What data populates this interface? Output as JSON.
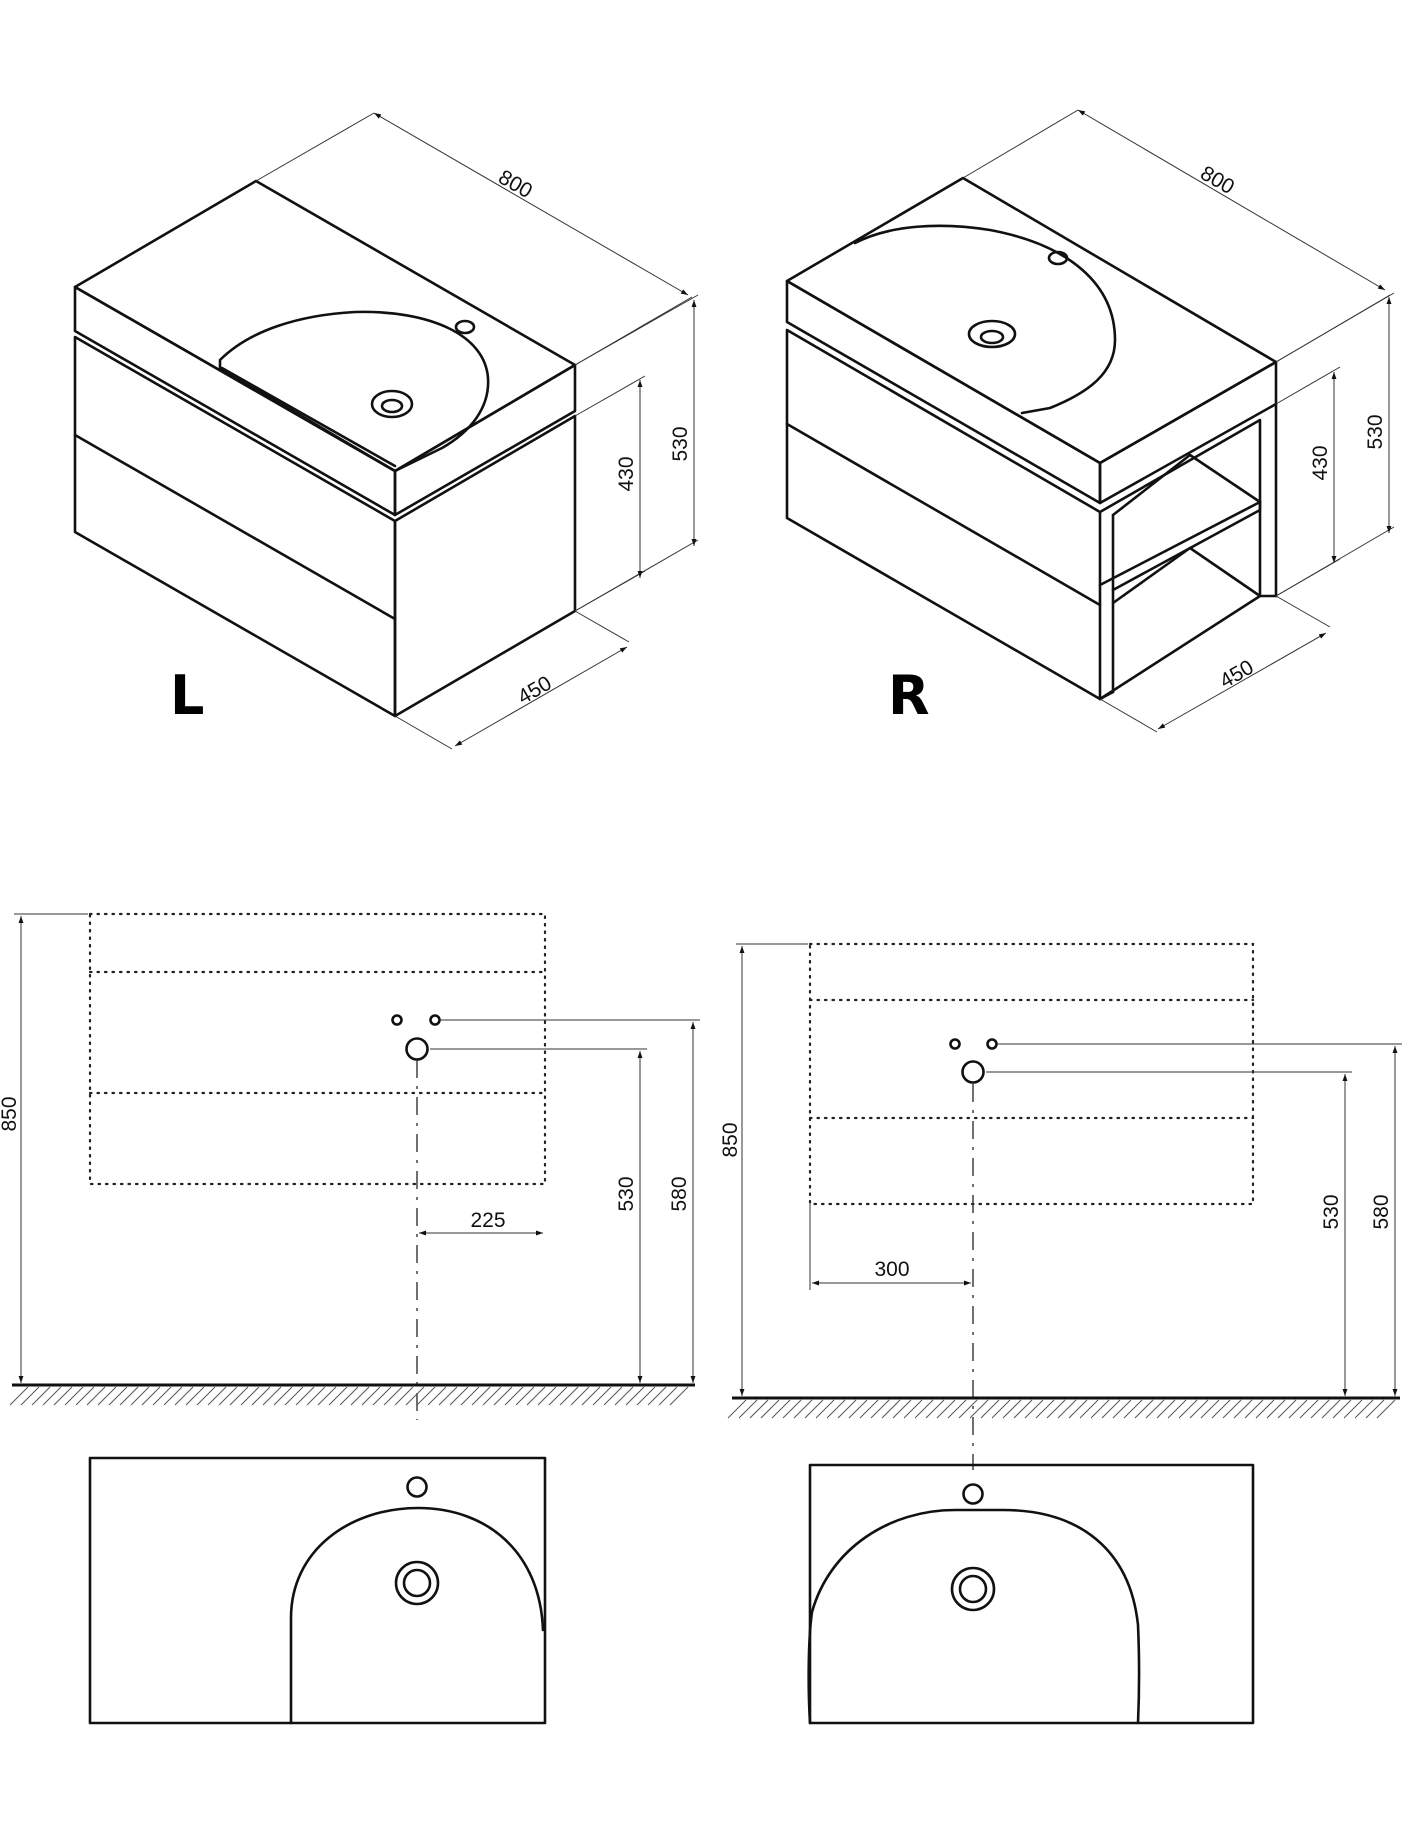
{
  "labels": {
    "left_variant": "L",
    "right_variant": "R"
  },
  "iso_left": {
    "width": "800",
    "total_height": "530",
    "cabinet_height": "430",
    "depth": "450"
  },
  "iso_right": {
    "width": "800",
    "total_height": "530",
    "cabinet_height": "430",
    "depth": "450"
  },
  "front_left": {
    "overall_height": "850",
    "drain_height": "530",
    "water_height": "580",
    "offset": "225"
  },
  "front_right": {
    "overall_height": "850",
    "drain_height": "530",
    "water_height": "580",
    "offset": "300"
  }
}
